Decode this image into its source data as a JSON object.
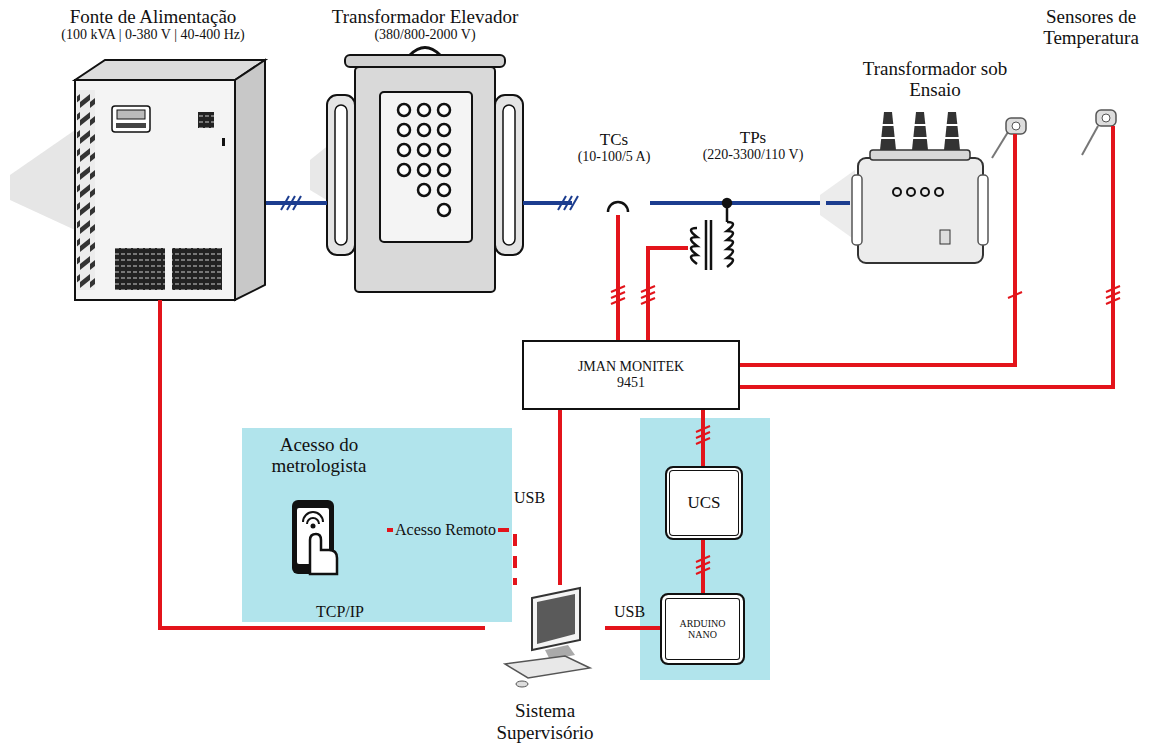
{
  "diagram": {
    "nodes": [
      {
        "text": [
          "Fonte de Alimentação",
          "(100 kVA | 0-380 V | 40-400 Hz)"
        ]
      },
      {
        "text": [
          "Transformador Elevador",
          "(380/800-2000 V)"
        ]
      },
      {
        "text": [
          "TCs",
          "(10-100/5 A)"
        ]
      },
      {
        "text": [
          "TPs",
          "(220-3300/110 V)"
        ]
      },
      {
        "text": [
          "Transformador sob Ensaio"
        ]
      },
      {
        "text": [
          "Sensores de Temperatura"
        ]
      },
      {
        "text": [
          "JMAN MONITEK 9451"
        ]
      },
      {
        "text": [
          "UCS"
        ]
      },
      {
        "text": [
          "ARDUINO NANO"
        ]
      },
      {
        "text": [
          "Acesso do metrologista"
        ]
      },
      {
        "text": [
          "Sistema Supervisório"
        ]
      }
    ],
    "edges": [
      {
        "from": 0,
        "to": 1,
        "arrow": "none"
      },
      {
        "from": 1,
        "to": 2,
        "arrow": "none"
      },
      {
        "from": 2,
        "to": 3,
        "arrow": "none"
      },
      {
        "from": 3,
        "to": 4,
        "arrow": "none"
      },
      {
        "from": 2,
        "to": 6,
        "arrow": "none"
      },
      {
        "from": 3,
        "to": 6,
        "arrow": "none"
      },
      {
        "from": 4,
        "to": 6,
        "arrow": "none"
      },
      {
        "from": 5,
        "to": 6,
        "arrow": "none"
      },
      {
        "from": 6,
        "to": 10,
        "label": "USB",
        "arrow": "none"
      },
      {
        "from": 6,
        "to": 7,
        "arrow": "none"
      },
      {
        "from": 7,
        "to": 8,
        "arrow": "none"
      },
      {
        "from": 8,
        "to": 10,
        "label": "USB",
        "arrow": "none"
      },
      {
        "from": 0,
        "to": 10,
        "label": "TCP/IP",
        "arrow": "none"
      },
      {
        "from": 9,
        "to": 10,
        "label": "Acesso Remoto",
        "arrow": "none"
      }
    ]
  }
}
